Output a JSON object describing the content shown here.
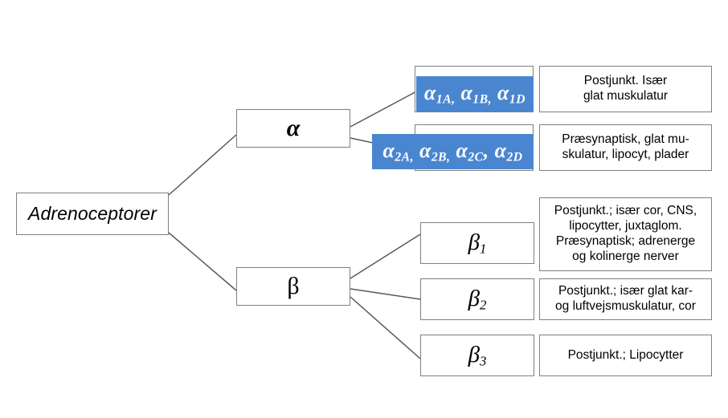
{
  "diagram": {
    "title_node": {
      "label": "Adrenoceptorer"
    },
    "branches": [
      {
        "id": "alpha",
        "label": "α"
      },
      {
        "id": "beta",
        "label": "β"
      }
    ],
    "subtypes": [
      {
        "id": "alpha1",
        "highlighted": true,
        "parts": [
          {
            "greek": "α",
            "sub": "1A,"
          },
          {
            "greek": "α",
            "sub": "1B,"
          },
          {
            "greek": "α",
            "sub": "1D"
          }
        ],
        "description": "Postjunkt. Især\nglat muskulatur"
      },
      {
        "id": "alpha2",
        "highlighted": true,
        "parts": [
          {
            "greek": "α",
            "sub": "2A,"
          },
          {
            "greek": "α",
            "sub": "2B,"
          },
          {
            "greek": "α",
            "sub": "2C ,"
          },
          {
            "greek": "α",
            "sub": "2D"
          }
        ],
        "description": "Præsynaptisk, glat mu-\nskulatur, lipocyt, plader"
      },
      {
        "id": "beta1",
        "highlighted": false,
        "greek": "β",
        "sub": "1",
        "description": "Postjunkt.; især cor, CNS,\nlipocytter, juxtaglom.\nPræsynaptisk; adrenerge\nog kolinerge nerver"
      },
      {
        "id": "beta2",
        "highlighted": false,
        "greek": "β",
        "sub": "2",
        "description": "Postjunkt.; især glat kar-\nog luftvejsmuskulatur, cor"
      },
      {
        "id": "beta3",
        "highlighted": false,
        "greek": "β",
        "sub": "3",
        "description": "Postjunkt.; Lipocytter"
      }
    ],
    "colors": {
      "highlight_fill": "#4a86d0",
      "highlight_text": "#ffffff",
      "box_border": "#7f7f7f",
      "connector": "#595959",
      "background": "#ffffff",
      "text": "#000000"
    }
  }
}
